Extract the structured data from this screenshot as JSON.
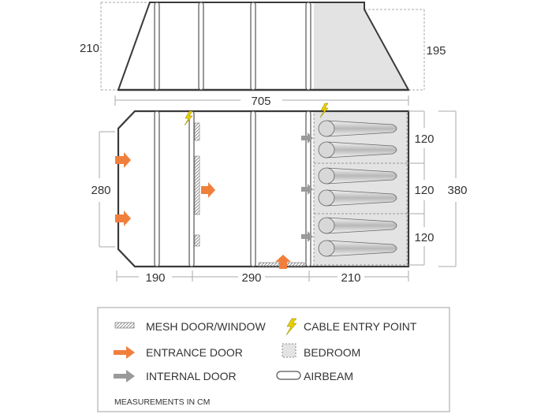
{
  "dimensions": {
    "side_height": "210",
    "side_bedroom_height": "195",
    "total_length": "705",
    "total_width": "280",
    "bedroom_left": "120",
    "bedroom_middle": "120",
    "bedroom_right": "120",
    "overall_depth": "380",
    "section_front": "190",
    "section_middle": "290",
    "section_bedroom": "210"
  },
  "legend": {
    "mesh": "MESH DOOR/WINDOW",
    "cable": "CABLE ENTRY POINT",
    "entrance": "ENTRANCE DOOR",
    "bedroom": "BEDROOM",
    "internal": "INTERNAL DOOR",
    "airbeam": "AIRBEAM",
    "note": "MEASUREMENTS IN CM"
  },
  "colors": {
    "entrance_door": "#f07f3c",
    "internal_door": "#9a9a9a",
    "bedroom_fill": "#e3e3e3",
    "cable_entry": "#e8d000",
    "outline": "#3a3a3a"
  }
}
